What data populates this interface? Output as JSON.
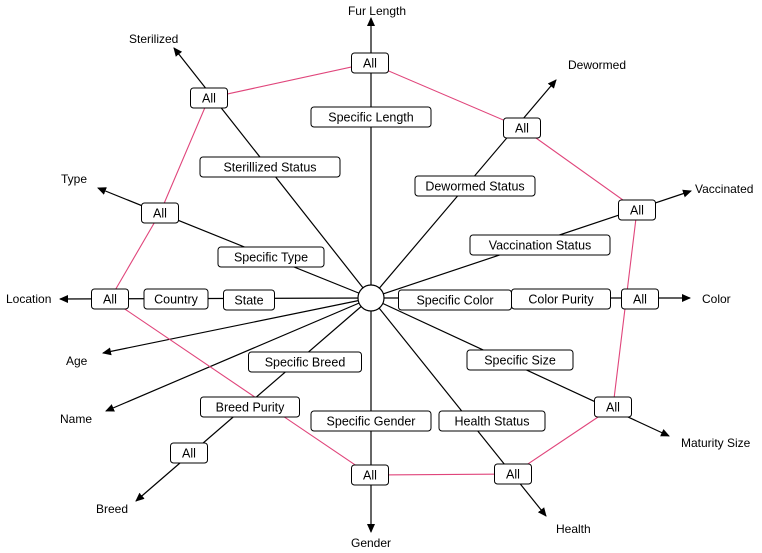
{
  "center_node": {
    "shape": "circle"
  },
  "axes": [
    {
      "id": "fur-length",
      "label": "Fur Length",
      "boxes": [
        "Specific Length",
        "All"
      ]
    },
    {
      "id": "dewormed",
      "label": "Dewormed",
      "boxes": [
        "Dewormed Status",
        "All"
      ]
    },
    {
      "id": "vaccinated",
      "label": "Vaccinated",
      "boxes": [
        "Vaccination Status",
        "All"
      ]
    },
    {
      "id": "color",
      "label": "Color",
      "boxes": [
        "Specific Color",
        "Color Purity",
        "All"
      ]
    },
    {
      "id": "maturity-size",
      "label": "Maturity Size",
      "boxes": [
        "Specific Size",
        "All"
      ]
    },
    {
      "id": "health",
      "label": "Health",
      "boxes": [
        "Health Status",
        "All"
      ]
    },
    {
      "id": "gender",
      "label": "Gender",
      "boxes": [
        "Specific Gender",
        "All"
      ]
    },
    {
      "id": "breed",
      "label": "Breed",
      "boxes": [
        "Specific Breed",
        "Breed Purity",
        "All"
      ]
    },
    {
      "id": "name",
      "label": "Name",
      "boxes": []
    },
    {
      "id": "age",
      "label": "Age",
      "boxes": []
    },
    {
      "id": "location",
      "label": "Location",
      "boxes": [
        "State",
        "Country",
        "All"
      ]
    },
    {
      "id": "type",
      "label": "Type",
      "boxes": [
        "Specific Type",
        "All"
      ]
    },
    {
      "id": "sterilized",
      "label": "Sterilized",
      "boxes": [
        "Sterillized Status",
        "All"
      ]
    }
  ],
  "colors": {
    "lines": "#000000",
    "outline": "#e0457b",
    "box_fill": "#ffffff"
  }
}
